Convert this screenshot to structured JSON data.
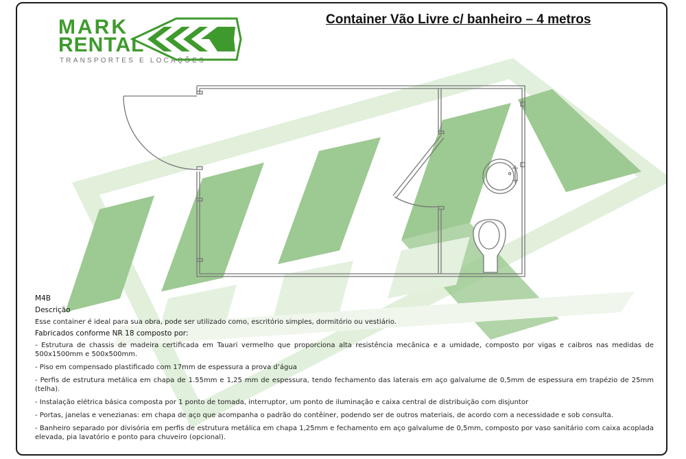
{
  "logo": {
    "line1": "MARK",
    "line2": "RENTAL",
    "tagline": "TRANSPORTES E LOCAÇÕES",
    "primary_color": "#3f9a2e",
    "tagline_color": "#6f6f6f"
  },
  "title": "Container Vão Livre c/ banheiro – 4 metros",
  "description": {
    "code": "M4B",
    "heading": "Descrição",
    "intro": "Esse container é ideal para sua obra, pode ser utilizado como, escritório simples, dormitório ou vestiário.",
    "spec_heading": "Fabricados conforme NR 18 composto por:",
    "items": [
      "- Estrutura de chassis de madeira certificada em Tauari vermelho que proporciona alta resistência mecânica e a umidade, composto por vigas e caibros nas medidas de 500x1500mm e 500x500mm.",
      "-  Piso em compensado plastificado com 17mm de espessura a prova d’água",
      "- Perfis de estrutura metálica em chapa de 1.55mm e 1,25 mm de espessura, tendo fechamento das laterais em aço galvalume de 0,5mm de espessura em trapézio de 25mm (telha).",
      "- Instalação elétrica básica composta por 1 ponto de tomada, interruptor, um ponto de iluminação e caixa central de distribuição com disjuntor",
      "- Portas, janelas e venezianas: em chapa de aço que acompanha o padrão do contêiner, podendo ser de outros materiais, de acordo com a necessidade e sob consulta.",
      "- Banheiro separado por divisória em perfis de estrutura metálica em chapa 1,25mm e fechamento em aço galvalume de 0,5mm, composto por vaso sanitário com caixa acoplada elevada, pia lavatório e ponto para chuveiro (opcional)."
    ]
  },
  "colors": {
    "watermark_green": "#7fbd6a",
    "watermark_light": "#d3e8cb",
    "plan_line": "#777777"
  }
}
